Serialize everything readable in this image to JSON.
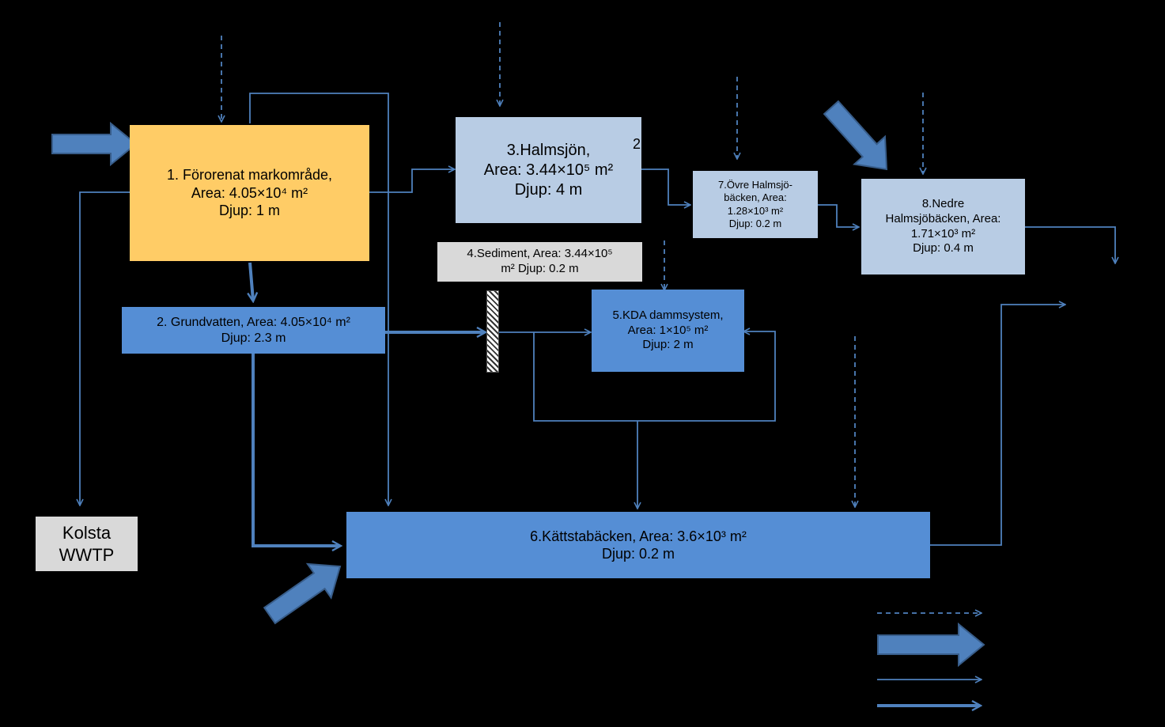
{
  "diagram": {
    "title": "",
    "colors": {
      "background": "#000000",
      "flow_line": "#4F81BD",
      "dashed_line": "#4F81BD",
      "big_arrow_fill": "#4F81BD",
      "big_arrow_outline": "#385D8A",
      "box_orange": "#FFCC66",
      "box_light_blue": "#B8CCE4",
      "box_mid_blue": "#558ED5",
      "box_grey": "#D9D9D9"
    },
    "nodes": {
      "n1": {
        "line1": "1. Förorenat markområde,",
        "line2": "Area: 4.05×10⁴ m²",
        "line3": "Djup:  1 m"
      },
      "n2": {
        "line1": "2. Grundvatten, Area: 4.05×10⁴ m²",
        "line2": "Djup:  2.3 m"
      },
      "n3": {
        "line1": "3.Halmsjön,",
        "line2": "Area: 3.44×10⁵ m²",
        "line3": "Djup:  4 m"
      },
      "n4": {
        "line1": "4.Sediment, Area: 3.44×10⁵",
        "line2": "m² Djup:  0.2 m"
      },
      "n5": {
        "line1": "5.KDA dammsystem,",
        "line2": "Area: 1×10⁵ m²",
        "line3": "Djup:  2 m"
      },
      "n6": {
        "line1": "6.Kättstabäcken, Area: 3.6×10³ m²",
        "line2": "Djup:  0.2 m"
      },
      "n7": {
        "line1": "7.Övre Halmsjö-",
        "line2": "bäcken, Area:",
        "line3": "1.28×10³ m²",
        "line4": "Djup:  0.2 m"
      },
      "n8": {
        "line1": "8.Nedre",
        "line2": "Halmsjöbäcken, Area:",
        "line3": "1.71×10³ m²",
        "line4": "Djup:  0.4 m"
      },
      "kolsta": {
        "line1": "Kolsta",
        "line2": "WWTP"
      }
    },
    "stray_label": "2",
    "legend": [
      {
        "style": "dashed"
      },
      {
        "style": "big-arrow"
      },
      {
        "style": "thin-arrow"
      },
      {
        "style": "thick-arrow"
      }
    ]
  }
}
